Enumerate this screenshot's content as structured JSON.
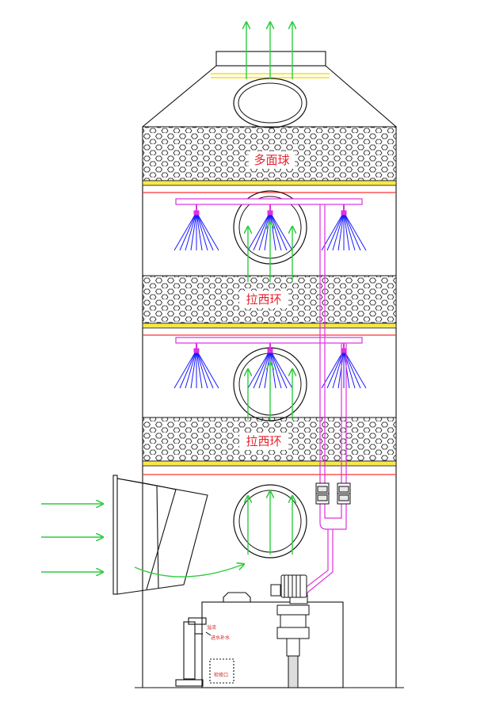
{
  "labels": {
    "ball_media": "多面球",
    "raschig_upper": "拉西环",
    "raschig_lower": "拉西环",
    "tank_overflow": "溢流",
    "tank_makeup": "进水补水",
    "tank_inspection": "检修口"
  },
  "colors": {
    "outline": "#111111",
    "flow_arrow": "#2ecc40",
    "spray": "#1a1aff",
    "pipe": "#e030e0",
    "band_yellow": "#f7e84a",
    "band_red": "#ff3030",
    "label_red": "#e8202a"
  }
}
